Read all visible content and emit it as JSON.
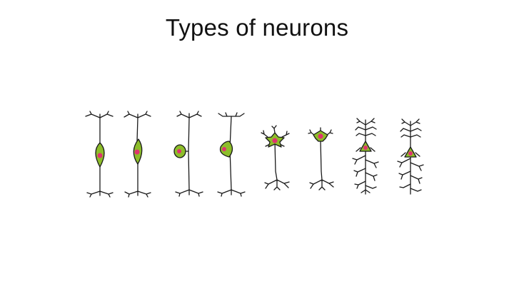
{
  "slide": {
    "title": "Types of neurons"
  },
  "colors": {
    "soma": "#8dbd2a",
    "nucleus": "#e0336f",
    "line": "#1a1a1a",
    "background": "#ffffff"
  },
  "neurons": [
    {
      "kind": "bipolar"
    },
    {
      "kind": "bipolar"
    },
    {
      "kind": "pseudounipolar"
    },
    {
      "kind": "pseudounipolar"
    },
    {
      "kind": "multipolar"
    },
    {
      "kind": "multipolar"
    },
    {
      "kind": "pyramidal"
    },
    {
      "kind": "pyramidal"
    }
  ]
}
